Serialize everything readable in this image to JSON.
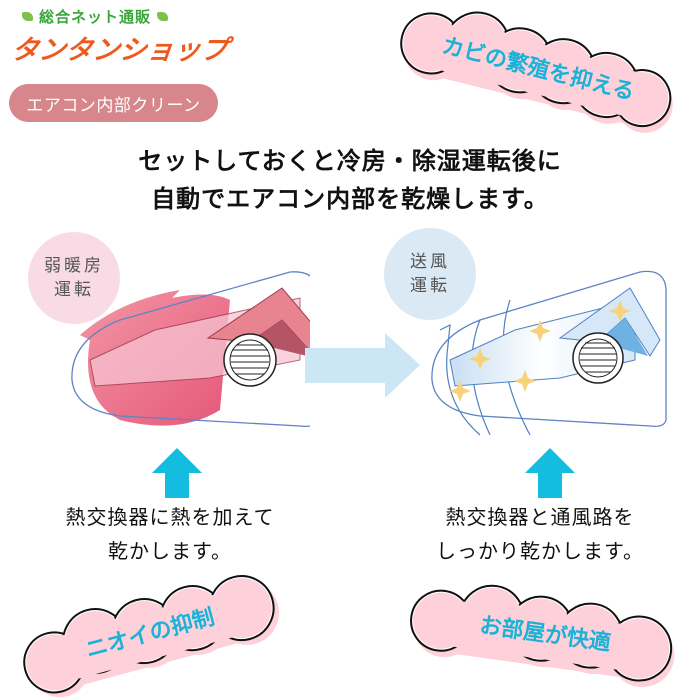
{
  "logo": {
    "subtitle": "総合ネット通販",
    "brand": "タンタンショップ",
    "subtitle_color": "#3aa63a",
    "brand_color": "#ee5a1e"
  },
  "category_pill": {
    "label": "エアコン内部クリーン",
    "color": "#d7868c"
  },
  "headline": {
    "line1": "セットしておくと冷房・除湿運転後に",
    "line2": "自動でエアコン内部を乾燥します。"
  },
  "badges": {
    "mold": "カビの繁殖を抑える",
    "odor": "ニオイの抑制",
    "comfort": "お部屋が快適",
    "fill_color": "#fdd0da",
    "text_color": "#1cb2d8"
  },
  "modes": {
    "heat": {
      "line1": "弱暖房",
      "line2": "運転",
      "color": "#f9dbe6"
    },
    "fan": {
      "line1": "送風",
      "line2": "運転",
      "color": "#dbe9f4"
    }
  },
  "descriptions": {
    "left": {
      "line1": "熱交換器に熱を加えて",
      "line2": "乾かします。"
    },
    "right": {
      "line1": "熱交換器と通風路を",
      "line2": "しっかり乾かします。"
    }
  },
  "icons": {
    "flow_arrow": "right-arrow",
    "up_arrow": "up-arrow",
    "arrow_color": "#14bde0",
    "flow_arrow_color": "#cde6f6"
  }
}
